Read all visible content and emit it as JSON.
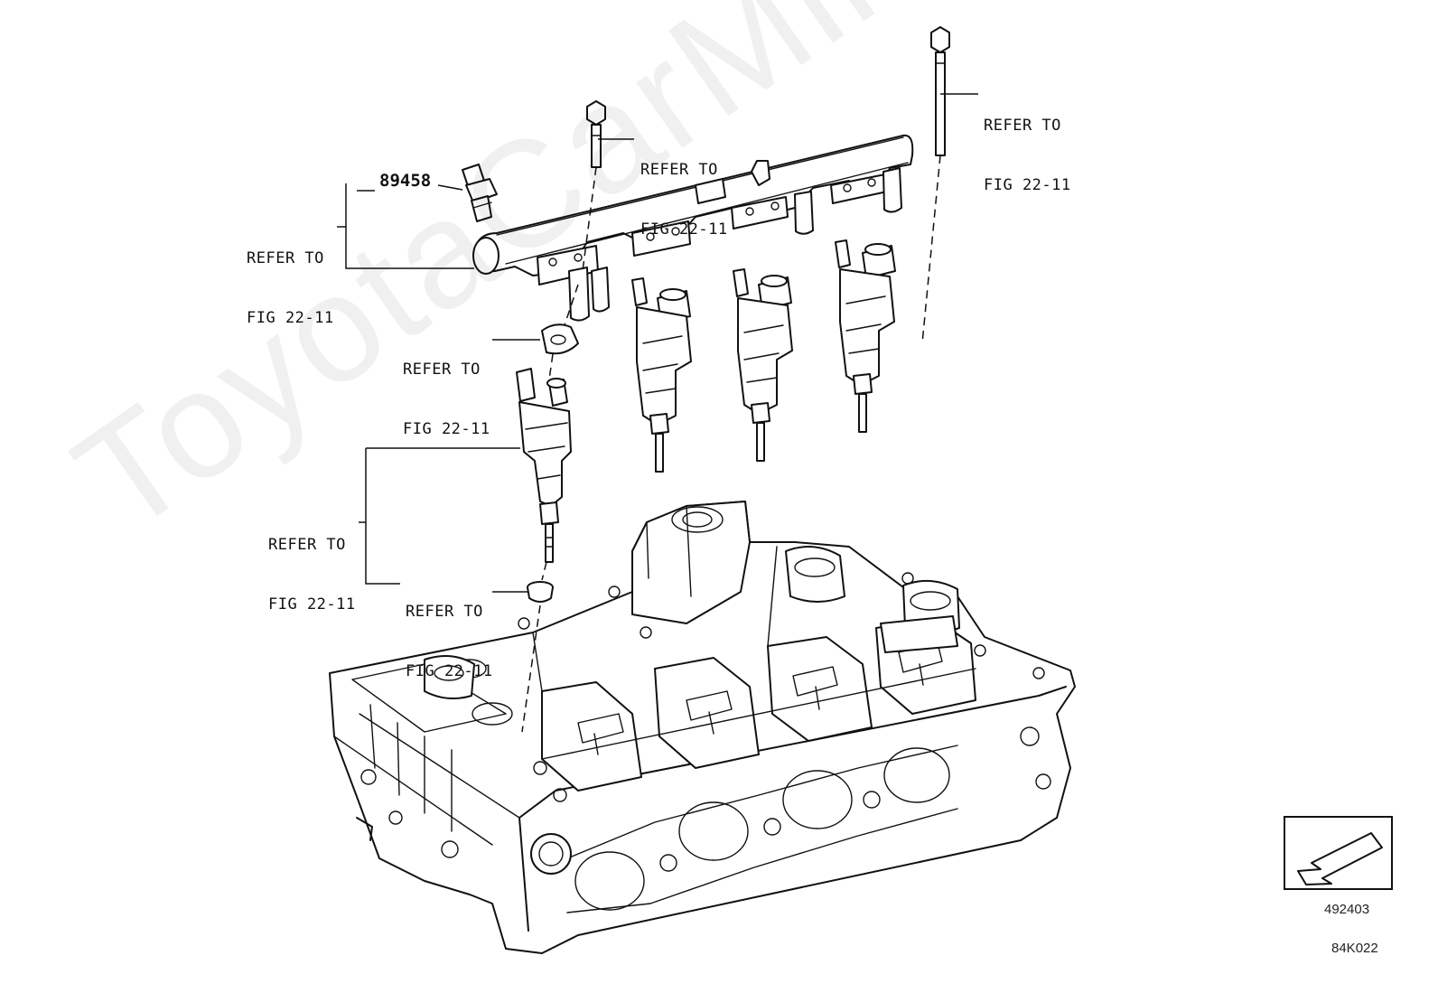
{
  "callouts": {
    "bolt_right": {
      "line1": "REFER TO",
      "line2": "FIG 22-11"
    },
    "bolt_center": {
      "line1": "REFER TO",
      "line2": "FIG 22-11"
    },
    "rail_left": {
      "line1": "REFER TO",
      "line2": "FIG 22-11"
    },
    "spacer": {
      "line1": "REFER TO",
      "line2": "FIG 22-11"
    },
    "injector": {
      "line1": "REFER TO",
      "line2": "FIG 22-11"
    },
    "injector_seal": {
      "line1": "REFER TO",
      "line2": "FIG 22-11"
    }
  },
  "part_number": "89458",
  "orientation_code": "492403",
  "figure_code": "84K022",
  "watermark": "ToyotaCarMine.ru",
  "icons": {
    "front_arrow": "front-direction-arrow-icon"
  }
}
